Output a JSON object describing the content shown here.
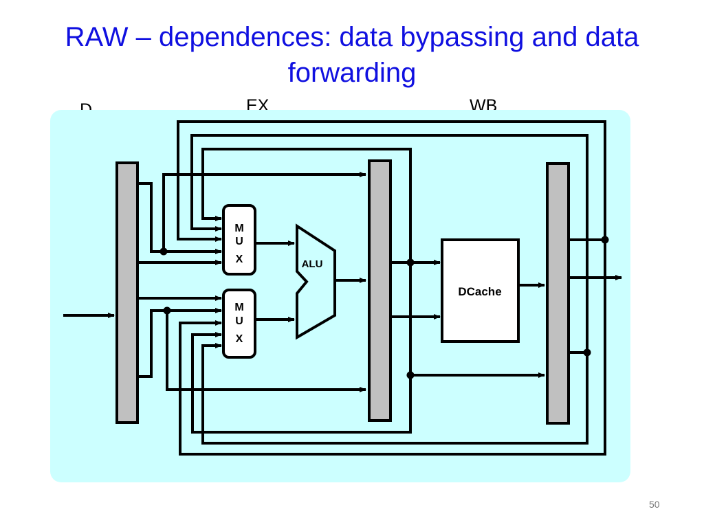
{
  "title": {
    "line1": "RAW – dependences: data bypassing and data",
    "line2": "forwarding"
  },
  "stages": {
    "decode": "D",
    "execute": "EX",
    "writeback": "WB"
  },
  "blocks": {
    "mux_upper": [
      "M",
      "U",
      "X"
    ],
    "mux_lower": [
      "M",
      "U",
      "X"
    ],
    "alu": "ALU",
    "dcache": "DCache"
  },
  "colors": {
    "title": "#1010e0",
    "panel_background": "#ccffff",
    "latch_fill": "#c0c0c0",
    "wire": "#000000",
    "block_fill": "#ffffff"
  },
  "page_number": "50"
}
